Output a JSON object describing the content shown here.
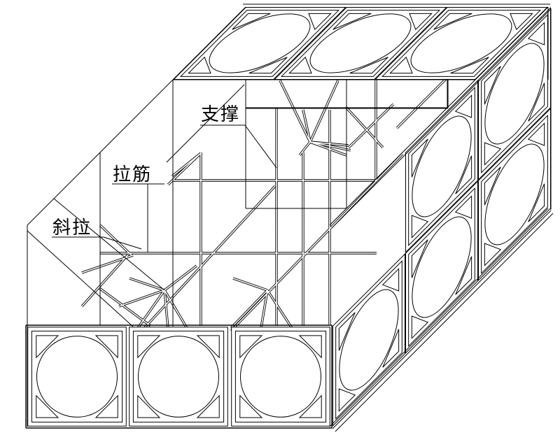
{
  "figure": {
    "kind": "isometric cutaway line drawing of a modular panel water tank",
    "background_color": "#ffffff",
    "line_color": "#000000",
    "labels": {
      "support": "支撑",
      "tie_rod": "拉筋",
      "diagonal_tie": "斜拉"
    }
  }
}
